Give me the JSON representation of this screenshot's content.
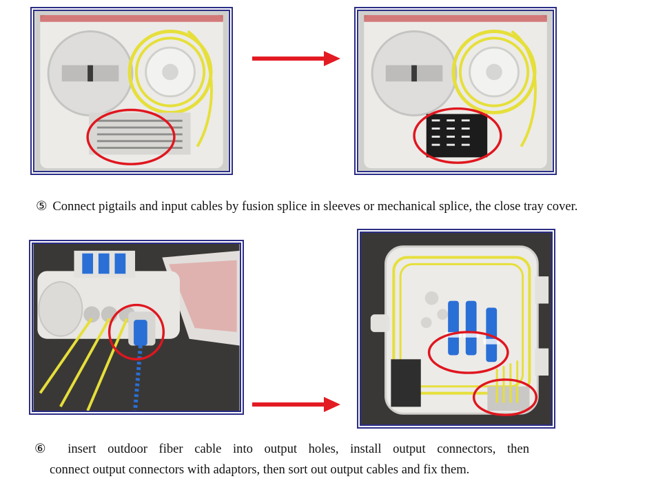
{
  "steps": [
    {
      "number": "⑤",
      "text": "Connect pigtails and input cables by fusion splice in sleeves or mechanical splice, the close tray cover."
    },
    {
      "number": "⑥",
      "text_line1": "insert outdoor fiber cable into output holes, install output connectors, then",
      "text_line2": "connect output connectors with adaptors, then sort out output cables and fix them."
    }
  ],
  "colors": {
    "frame": "#2b2d86",
    "arrow": "#e31b23",
    "highlight_circle": "#e0161e",
    "fiber": "#e6df3a",
    "connector": "#2a6fd6",
    "tray": "#e9e9e7"
  }
}
